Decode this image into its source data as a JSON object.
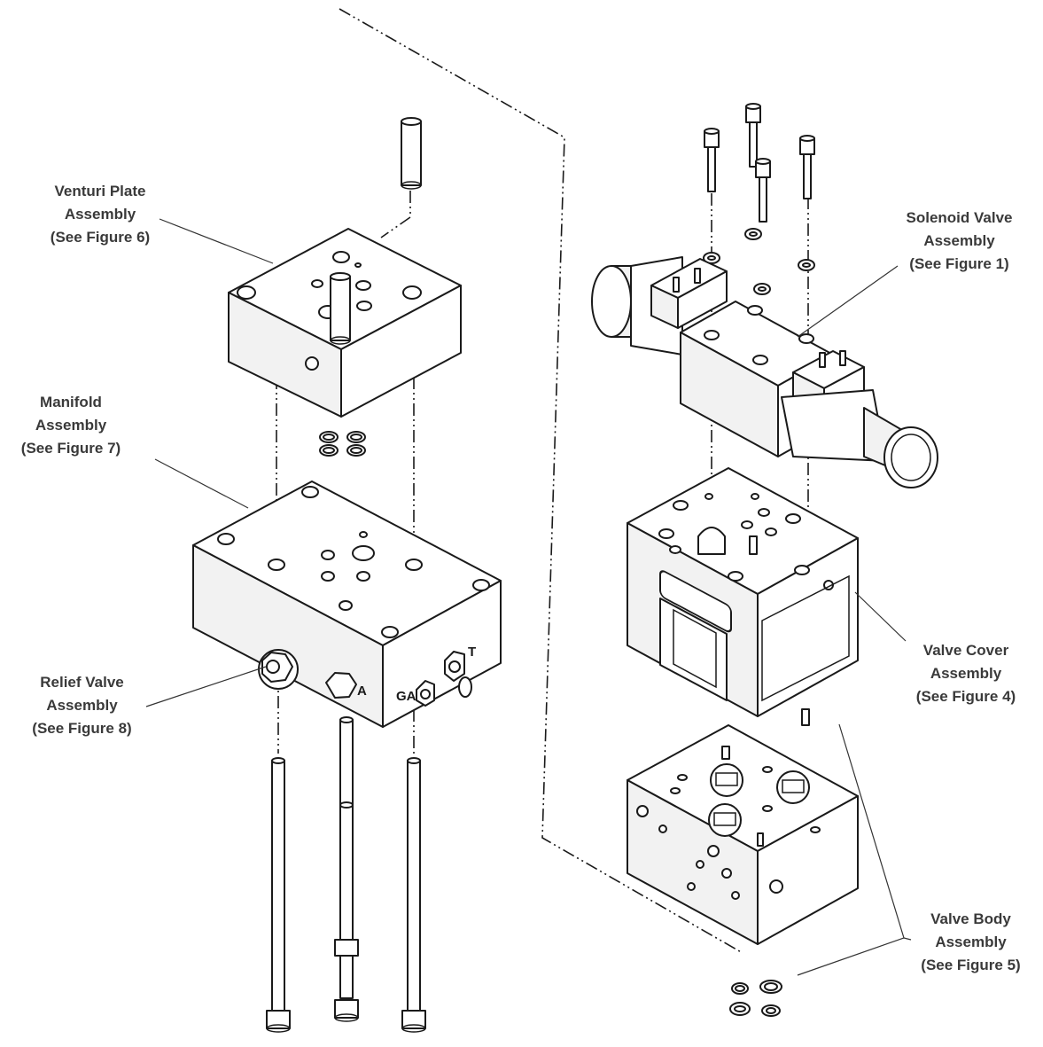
{
  "callouts": {
    "venturi": {
      "line1": "Venturi Plate",
      "line2": "Assembly",
      "line3": "(See Figure 6)"
    },
    "manifold": {
      "line1": "Manifold",
      "line2": "Assembly",
      "line3": "(See Figure 7)"
    },
    "relief": {
      "line1": "Relief Valve",
      "line2": "Assembly",
      "line3": "(See Figure 8)"
    },
    "solenoid": {
      "line1": "Solenoid Valve",
      "line2": "Assembly",
      "line3": "(See Figure 1)"
    },
    "cover": {
      "line1": "Valve Cover",
      "line2": "Assembly",
      "line3": "(See Figure 4)"
    },
    "body": {
      "line1": "Valve Body",
      "line2": "Assembly",
      "line3": "(See Figure 5)"
    }
  },
  "port_labels": {
    "ga": "GA",
    "a": "A",
    "t": "T"
  }
}
